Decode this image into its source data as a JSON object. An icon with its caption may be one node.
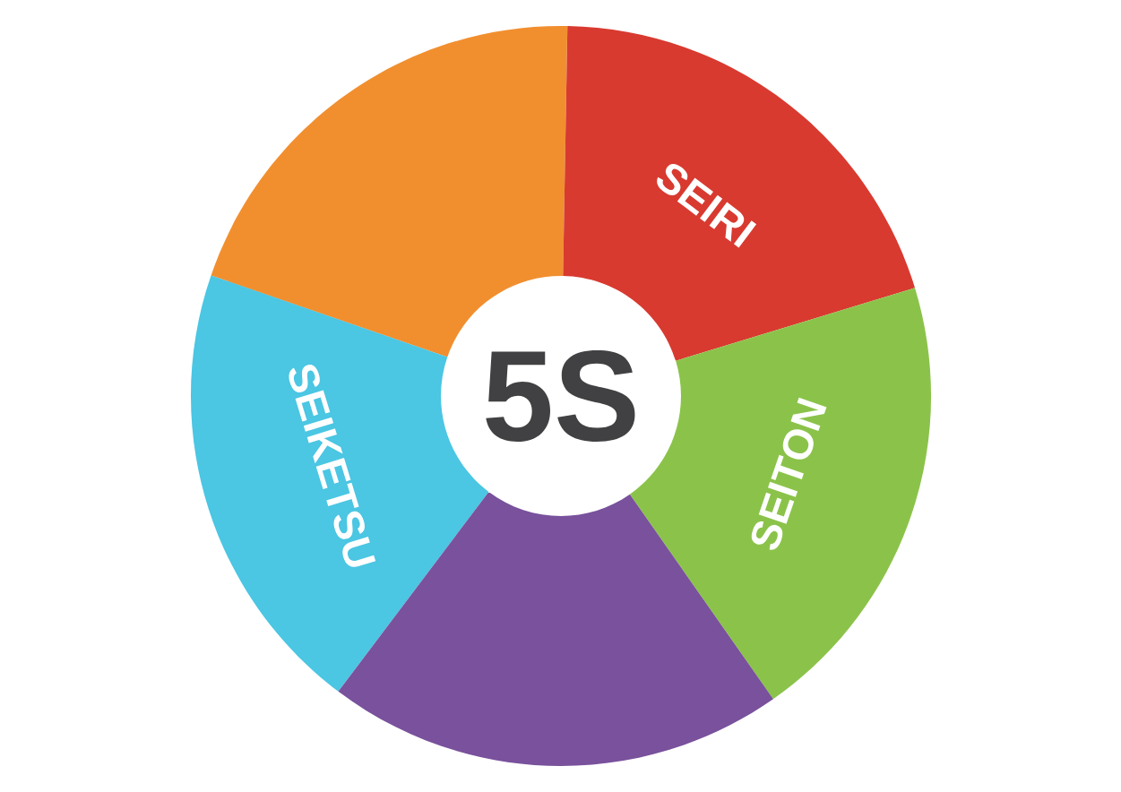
{
  "diagram": {
    "nodes": [
      {
        "text": [
          "5S"
        ]
      },
      {
        "text": [],
        "shape": "wedge"
      },
      {
        "text": [
          "SEIRI"
        ]
      },
      {
        "text": [
          "SEIKETSU"
        ]
      },
      {
        "text": [
          "SEITON"
        ]
      },
      {
        "text": [],
        "shape": "wedge"
      }
    ]
  }
}
